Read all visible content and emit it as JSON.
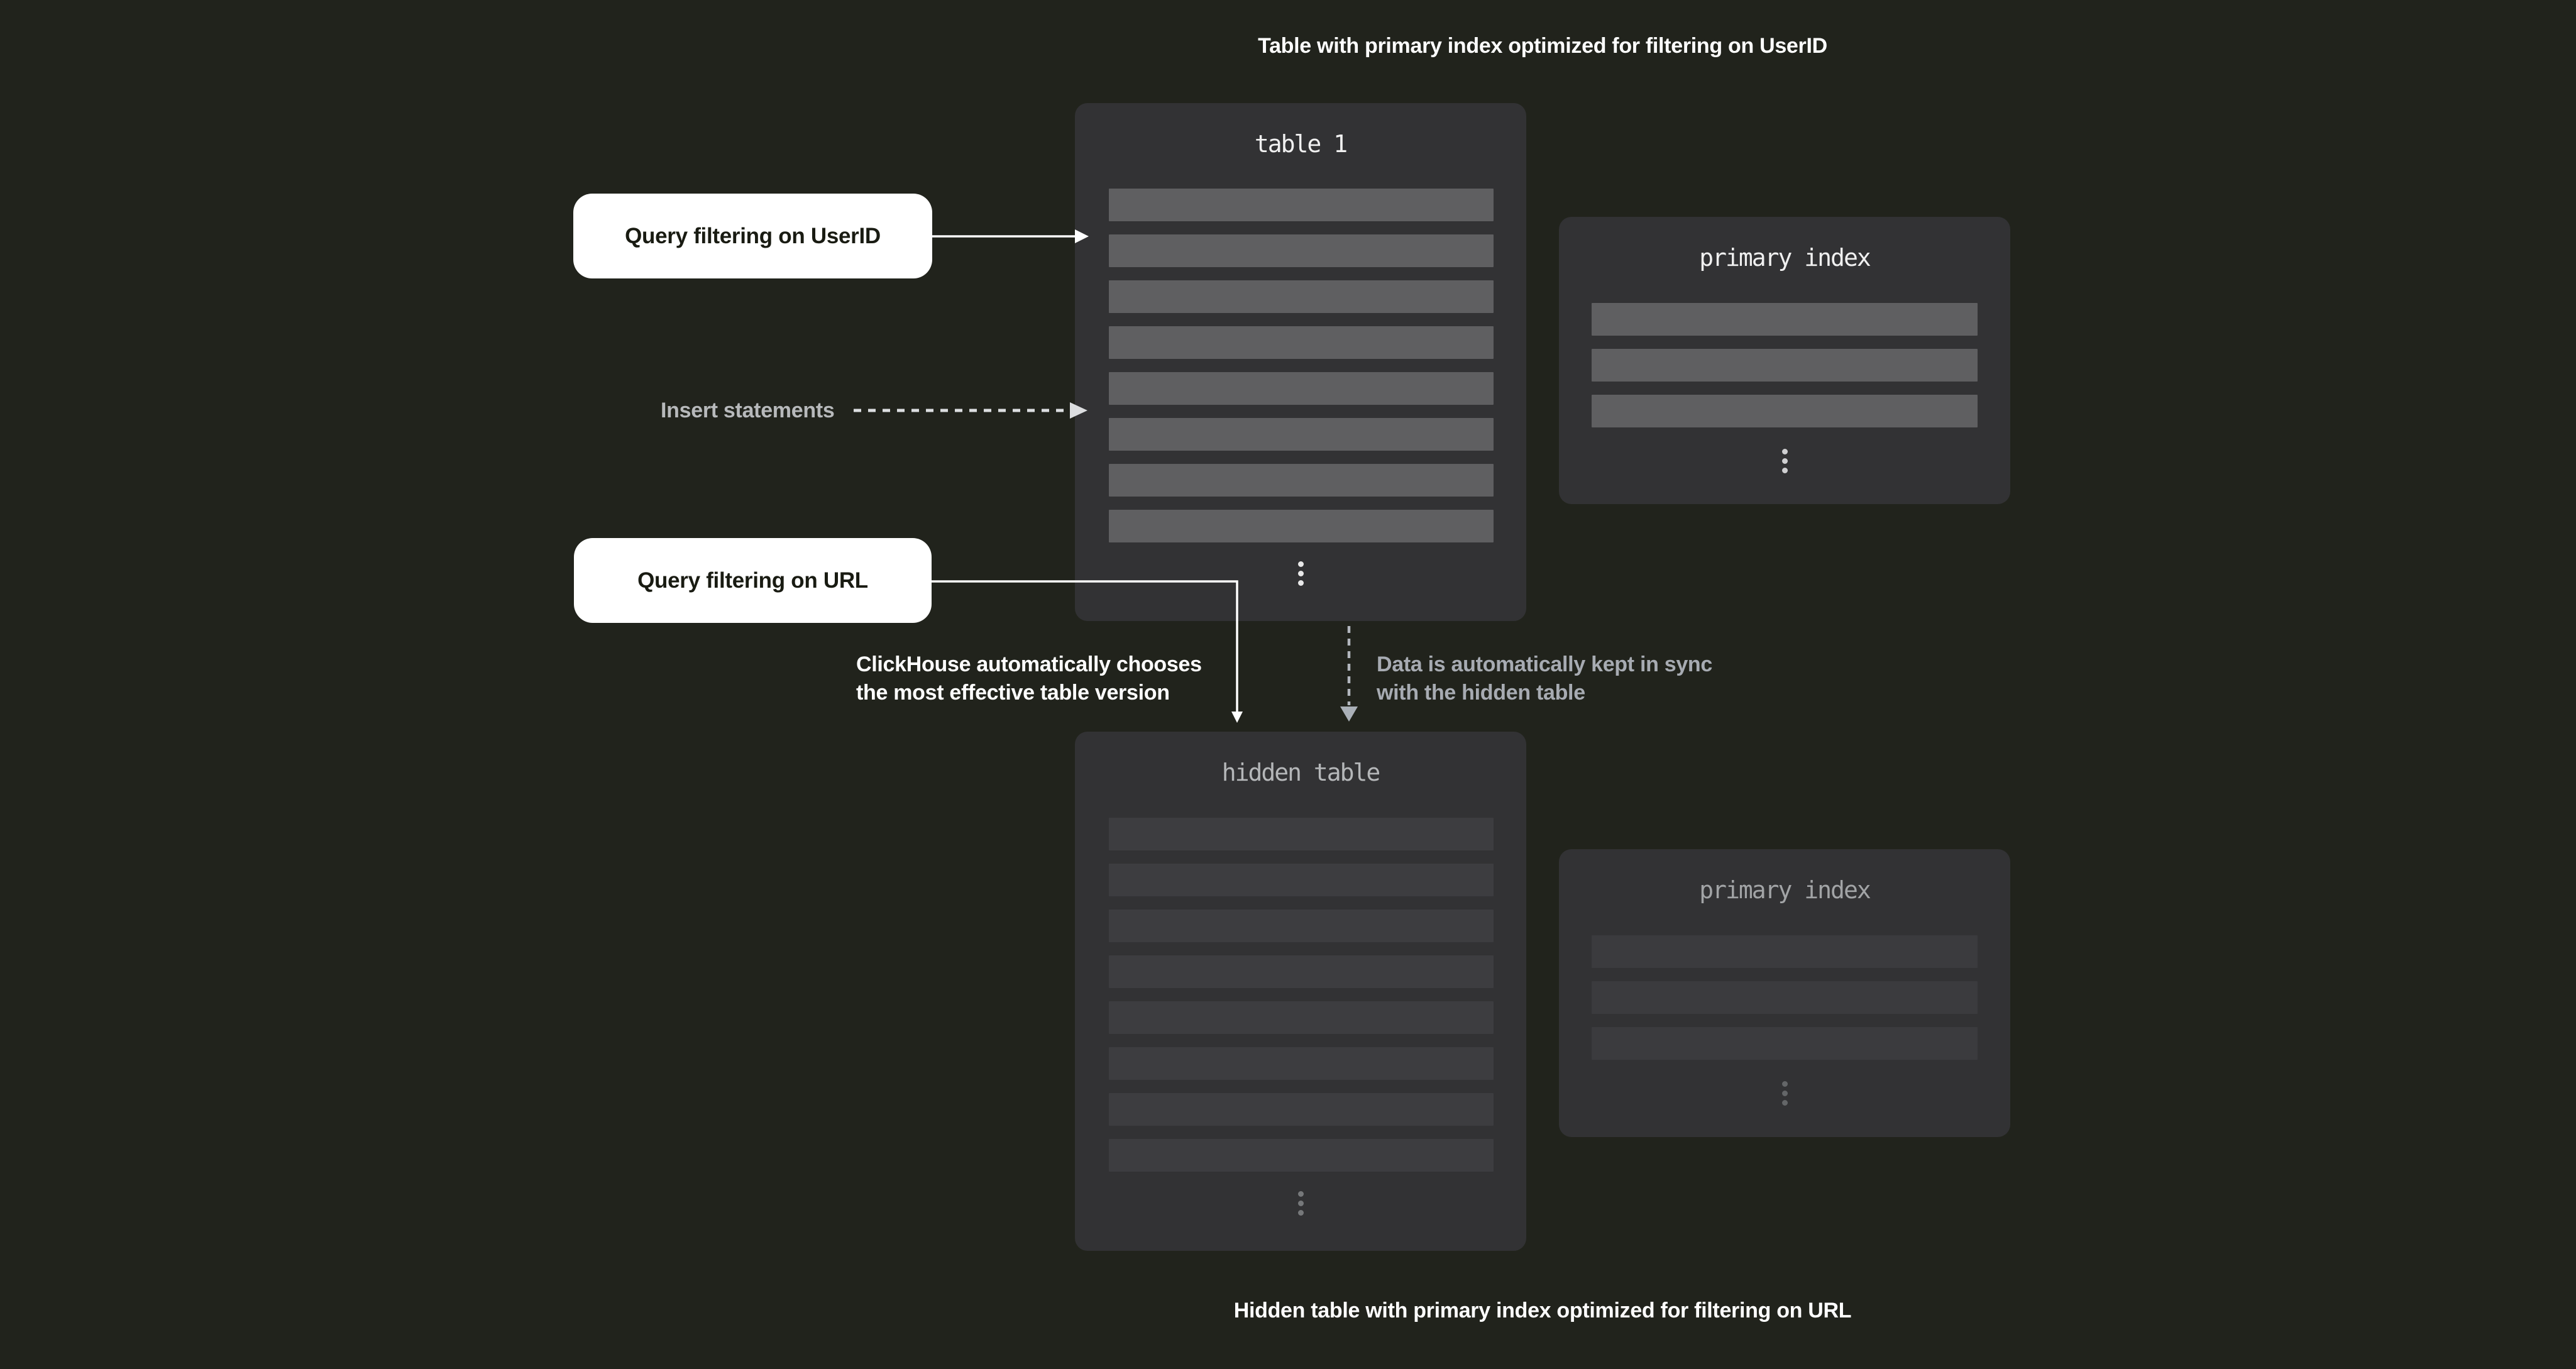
{
  "captions": {
    "top": "Table with primary index optimized for filtering on UserID",
    "bottom": "Hidden table with primary index optimized for filtering on URL"
  },
  "table1": {
    "title": "table 1",
    "row_count": 8
  },
  "primary_index_top": {
    "title": "primary index",
    "row_count": 3
  },
  "hidden_table": {
    "title": "hidden table",
    "row_count": 8
  },
  "primary_index_bottom": {
    "title": "primary index",
    "row_count": 3
  },
  "callouts": {
    "query_userid": "Query filtering on UserID",
    "query_url": "Query filtering on URL",
    "insert_statements": "Insert statements",
    "auto_choose_line1": "ClickHouse automatically chooses",
    "auto_choose_line2": "the most effective table version",
    "sync_line1": "Data is automatically kept in sync",
    "sync_line2": "with the hidden table"
  },
  "colors": {
    "bg": "#21231c",
    "box": "#323234",
    "row-bright": "#5f5f61",
    "row-dim": "#3d3d40",
    "row-dim2": "#3b3b3e",
    "white": "#ffffff",
    "btn-text": "#191b12",
    "mono-bright": "#f0f0f0",
    "mono-dim": "#b5b7b9",
    "mono-dim2": "#a2a4a6",
    "gray-label": "#b7b9bb",
    "gray-sync": "#a7abb2",
    "dash-light": "#dcdee0",
    "dash-gray": "#b2b6bd",
    "head-gray": "#aab0b8",
    "dots-bright": "#e8e8e8",
    "dots-mid": "#d0d0d2",
    "dots-dim": "#76787a",
    "dots-dim2": "#646668"
  }
}
